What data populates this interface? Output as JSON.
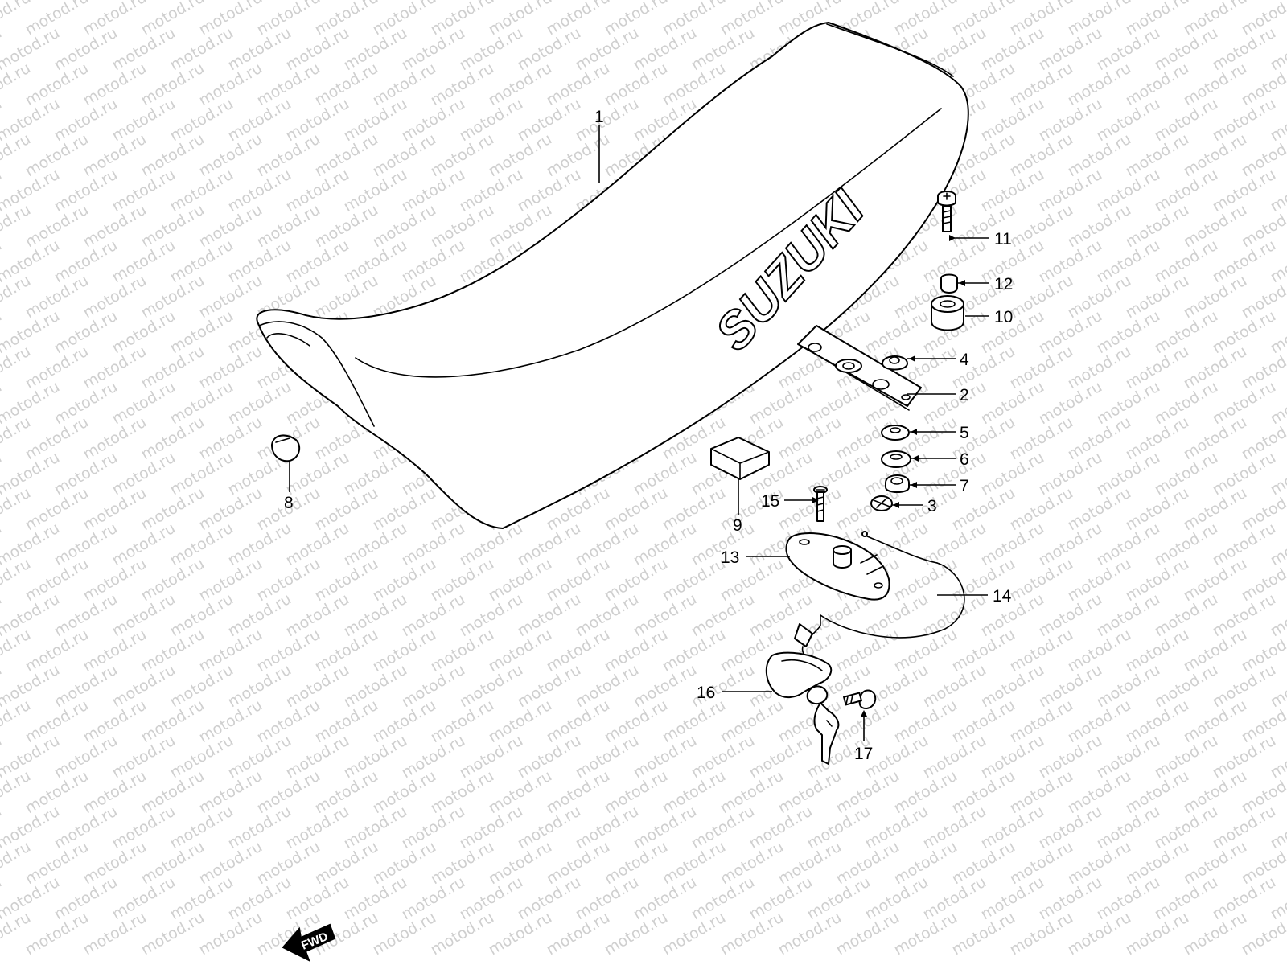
{
  "diagram": {
    "watermark": "motod.ru",
    "brand_text": "SUZUKI",
    "direction_label": "FWD",
    "callouts": [
      {
        "id": "1",
        "label": "1"
      },
      {
        "id": "2",
        "label": "2"
      },
      {
        "id": "3",
        "label": "3"
      },
      {
        "id": "4",
        "label": "4"
      },
      {
        "id": "5",
        "label": "5"
      },
      {
        "id": "6",
        "label": "6"
      },
      {
        "id": "7",
        "label": "7"
      },
      {
        "id": "8",
        "label": "8"
      },
      {
        "id": "9",
        "label": "9"
      },
      {
        "id": "10",
        "label": "10"
      },
      {
        "id": "11",
        "label": "11"
      },
      {
        "id": "12",
        "label": "12"
      },
      {
        "id": "13",
        "label": "13"
      },
      {
        "id": "14",
        "label": "14"
      },
      {
        "id": "15",
        "label": "15"
      },
      {
        "id": "16",
        "label": "16"
      },
      {
        "id": "17",
        "label": "17"
      }
    ]
  }
}
